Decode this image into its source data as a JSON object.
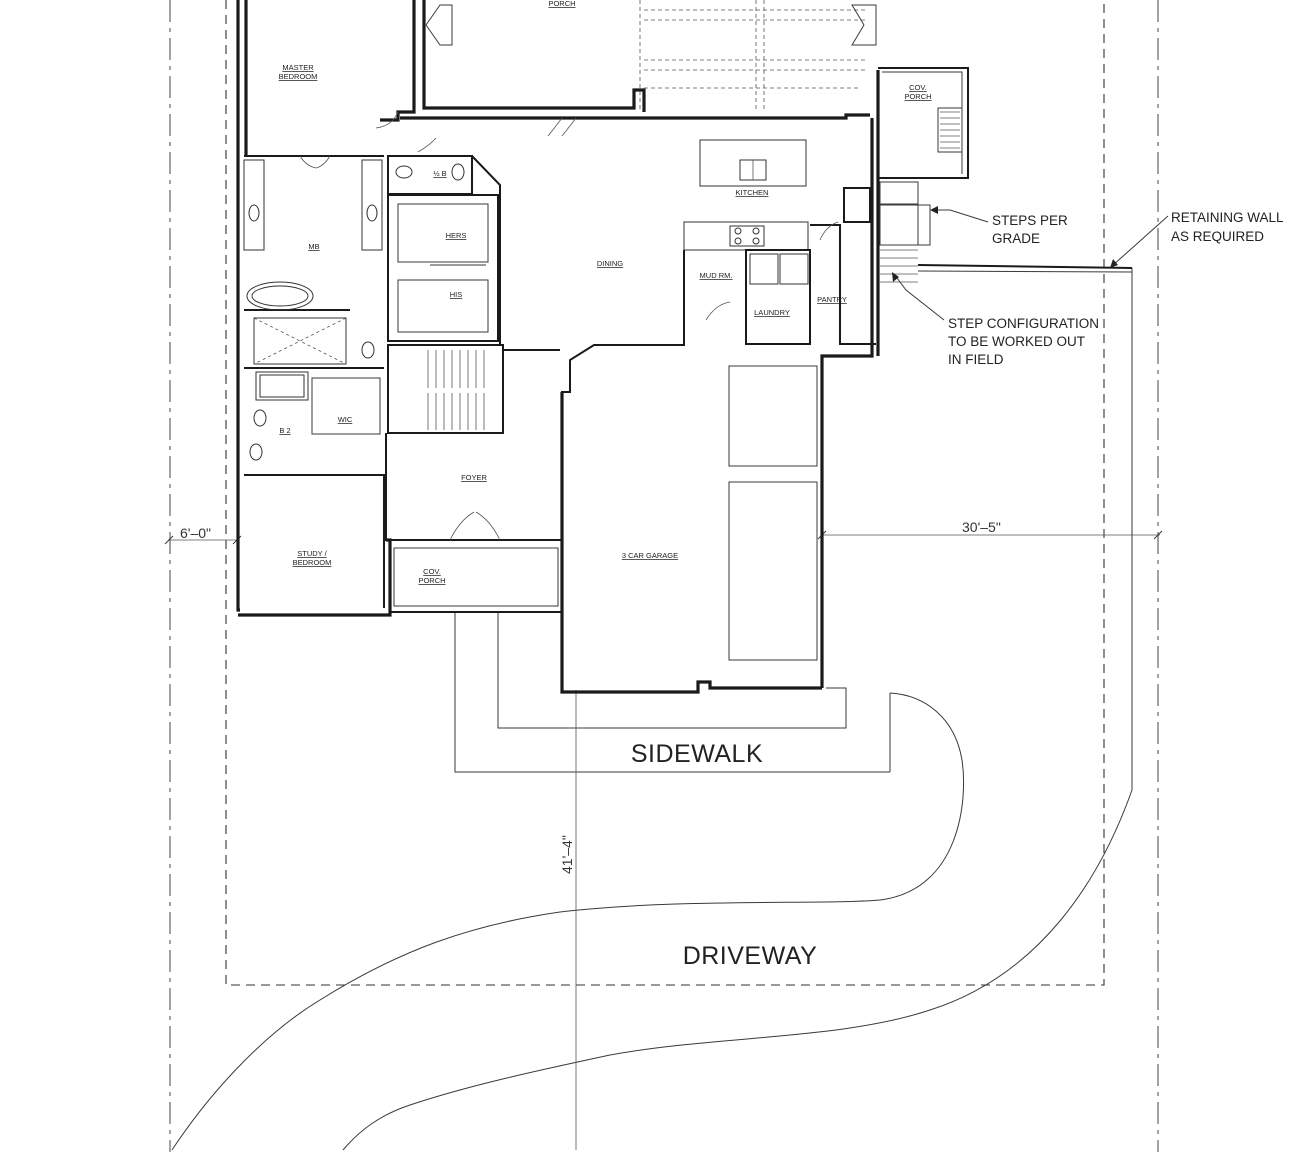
{
  "rooms": {
    "porch": "PORCH",
    "master_bedroom_line1": "MASTER",
    "master_bedroom_line2": "BEDROOM",
    "cov_porch_rear_line1": "COV.",
    "cov_porch_rear_line2": "PORCH",
    "half_bath": "½ B",
    "kitchen": "KITCHEN",
    "mb": "MB",
    "hers": "HERS",
    "his": "HIS",
    "dining": "DINING",
    "mud_room": "MUD RM.",
    "laundry": "LAUNDRY",
    "pantry": "PANTRY",
    "b2": "B 2",
    "wic": "WIC",
    "foyer": "FOYER",
    "study_line1": "STUDY /",
    "study_line2": "BEDROOM",
    "cov_porch_front_line1": "COV.",
    "cov_porch_front_line2": "PORCH",
    "garage": "3 CAR GARAGE"
  },
  "notes": {
    "steps_line1": "STEPS PER",
    "steps_line2": "GRADE",
    "retaining_line1": "RETAINING WALL",
    "retaining_line2": "AS REQUIRED",
    "config_line1": "STEP CONFIGURATION",
    "config_line2": "TO BE WORKED OUT",
    "config_line3": "IN FIELD"
  },
  "site": {
    "sidewalk": "SIDEWALK",
    "driveway": "DRIVEWAY"
  },
  "dimensions": {
    "left_setback": "6'–0\"",
    "right_setback": "30'–5\"",
    "front_setback": "41'–4\""
  }
}
